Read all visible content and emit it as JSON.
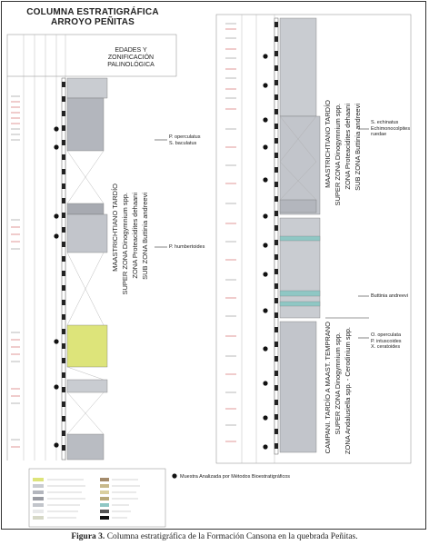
{
  "title_line1": "COLUMNA ESTRATIGRÁFICA",
  "title_line2": "ARROYO PEÑITAS",
  "zonation_header": "EDADES Y ZONIFICACIÓN PALINOLÓGICA",
  "left_zonation": [
    "MAASTRICHTIANO TARDÍO",
    "SUPER ZONA  Dinogymnium spp.",
    "ZONA  Proteacidites dehaani",
    "SUB ZONA  Buttinia andreevi"
  ],
  "right_zonation_upper": [
    "MAASTRICHTIANO TARDÍO",
    "SUPER ZONA  Dinogymnium spp.",
    "ZONA  Proteacidites dehaani",
    "SUB ZONA  Buttinia andreevi"
  ],
  "right_zonation_lower": [
    "CAMPANI. TARDÍO A MAAST. TEMPRANO",
    "SUPER ZONA  Dinogymnium spp.",
    "ZONA  Andalusiella spp. - Cerodinium spp."
  ],
  "annotations": {
    "left_a": [
      "P. operculatus",
      "S. baculatus"
    ],
    "left_b": "P. humbertoides",
    "right_a": [
      "S. echinatus",
      "Echimonocolpites",
      "ruedae"
    ],
    "right_b": "Buttinia andreevi",
    "right_c": [
      "O. operculata",
      "P. intuscoides",
      "X. ceratoides"
    ]
  },
  "legend_sample_note": "Muestra Analizada por Métodos Bioestratigráficos",
  "caption_bold": "Figura 3.",
  "caption_text": " Columna estratigráfica de la Formación Cansona en la quebrada Peñitas.",
  "colors": {
    "lithology_gray": "#b9bcc2",
    "lithology_dark": "#9a9ca3",
    "lithology_yellow": "#dde47a",
    "lithology_teal": "#8fc7c4",
    "sample_dot": "#111111"
  }
}
